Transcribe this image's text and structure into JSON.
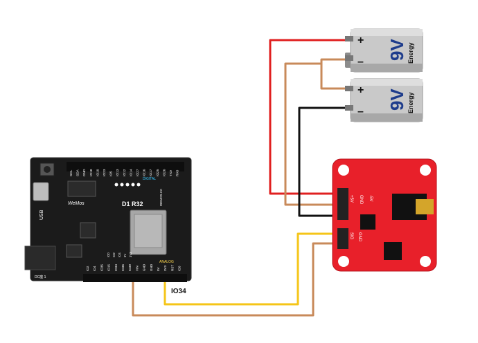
{
  "batteries": [
    {
      "plus": "+",
      "minus": "–",
      "voltage": "9V",
      "brand": "Energy"
    },
    {
      "plus": "+",
      "minus": "–",
      "voltage": "9V",
      "brand": "Energy"
    }
  ],
  "board": {
    "usb": "USB",
    "model": "D1 R32",
    "logo": "WeMos",
    "site": "WEMOS.CC",
    "digital": "DIGITAL",
    "analog": "ANALOG",
    "dc": "DC座 1",
    "top_pins": [
      "RX0",
      "TX0",
      "IO26",
      "IO25",
      "IO17",
      "IO16",
      "IO27",
      "IO14",
      "IO12",
      "IO13",
      "IO5",
      "IO23",
      "IO19",
      "IO18",
      "GND",
      "SDA",
      "SCL"
    ],
    "bottom_pins": [
      "IO2",
      "IO4",
      "IO35",
      "IO15",
      "IO34",
      "IO36",
      "IO39",
      "VIN",
      "GND",
      "GND",
      "5V",
      "3V3",
      "RST",
      "IO0"
    ],
    "side_pins": [
      "IO0",
      "IO2",
      "IO4",
      "5V",
      "3V3"
    ]
  },
  "annotation": {
    "io_label": "IO34"
  },
  "module": {
    "pins_top": [
      "+5V",
      "GND",
      "-5V"
    ],
    "pins_bottom": [
      "SIG",
      "GND"
    ]
  },
  "colors": {
    "wire_red": "#e02020",
    "wire_brown": "#c88a5a",
    "wire_black": "#111111",
    "wire_yellow": "#f5c518",
    "module_red": "#e8202a",
    "board_black": "#1b1b1b"
  }
}
